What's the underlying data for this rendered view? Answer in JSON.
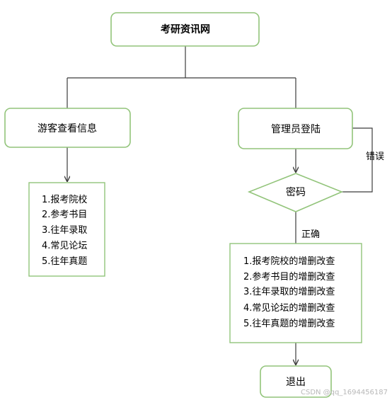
{
  "colors": {
    "box_stroke": "#92c47a",
    "box_fill": "#ffffff",
    "edge": "#3c3c3c"
  },
  "nodes": {
    "root": "考研资讯网",
    "guest": "游客查看信息",
    "admin": "管理员登陆",
    "decision": "密码",
    "exit": "退出"
  },
  "guest_list": [
    "1.报考院校",
    "2.参考书目",
    "3.往年录取",
    "4.常见论坛",
    "5.往年真题"
  ],
  "admin_list": [
    "1.报考院校的增删改查",
    "2.参考书目的增删改查",
    "3.往年录取的增删改查",
    "4.常见论坛的增删改查",
    "5.往年真题的增删改查"
  ],
  "edge_labels": {
    "error": "错误",
    "correct": "正确"
  },
  "watermark": "CSDN @qq_1694456187"
}
